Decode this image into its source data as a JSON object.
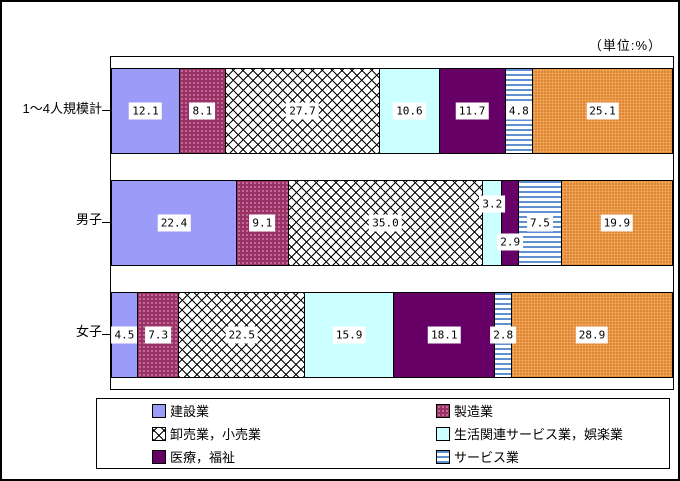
{
  "unit_label": "（単位:%）",
  "chart_data": {
    "type": "bar",
    "orientation": "horizontal-stacked",
    "title": "",
    "unit": "%",
    "xlim": [
      0,
      100
    ],
    "value_labels_shown": true,
    "legend_position": "bottom",
    "categories": [
      "1～4人規模計",
      "男子",
      "女子"
    ],
    "series": [
      {
        "name": "建設業",
        "color": "#9999FF",
        "pattern": "solid",
        "in_legend": true,
        "values": [
          12.1,
          22.4,
          4.5
        ],
        "labels": [
          "12.1",
          "22.4",
          "4.5"
        ]
      },
      {
        "name": "製造業",
        "color": "#993366",
        "pattern": "dots",
        "in_legend": true,
        "values": [
          8.1,
          9.1,
          7.3
        ],
        "labels": [
          "8.1",
          "9.1",
          "7.3"
        ]
      },
      {
        "name": "卸売業，小売業",
        "color": "#FFFFFF",
        "pattern": "diamond-crosshatch",
        "in_legend": true,
        "values": [
          27.7,
          35.0,
          22.5
        ],
        "labels": [
          "27.7",
          "35.0",
          "22.5"
        ]
      },
      {
        "name": "生活関連サービス業，娯楽業",
        "color": "#CCFFFF",
        "pattern": "solid",
        "in_legend": true,
        "values": [
          10.6,
          3.2,
          15.9
        ],
        "labels": [
          "10.6",
          "3.2",
          "15.9"
        ]
      },
      {
        "name": "医療，福祉",
        "color": "#660066",
        "pattern": "solid",
        "in_legend": true,
        "values": [
          11.7,
          2.9,
          18.1
        ],
        "labels": [
          "11.7",
          "2.9",
          "18.1"
        ]
      },
      {
        "name": "サービス業",
        "color": "#6699CC",
        "pattern": "horizontal-stripes",
        "in_legend": true,
        "values": [
          4.8,
          7.5,
          2.8
        ],
        "labels": [
          "4.8",
          "7.5",
          "2.8"
        ]
      },
      {
        "name": "",
        "color": "#DF8637",
        "pattern": "dots",
        "in_legend": false,
        "values": [
          25.1,
          19.9,
          28.9
        ],
        "labels": [
          "25.1",
          "19.9",
          "28.9"
        ]
      }
    ]
  }
}
